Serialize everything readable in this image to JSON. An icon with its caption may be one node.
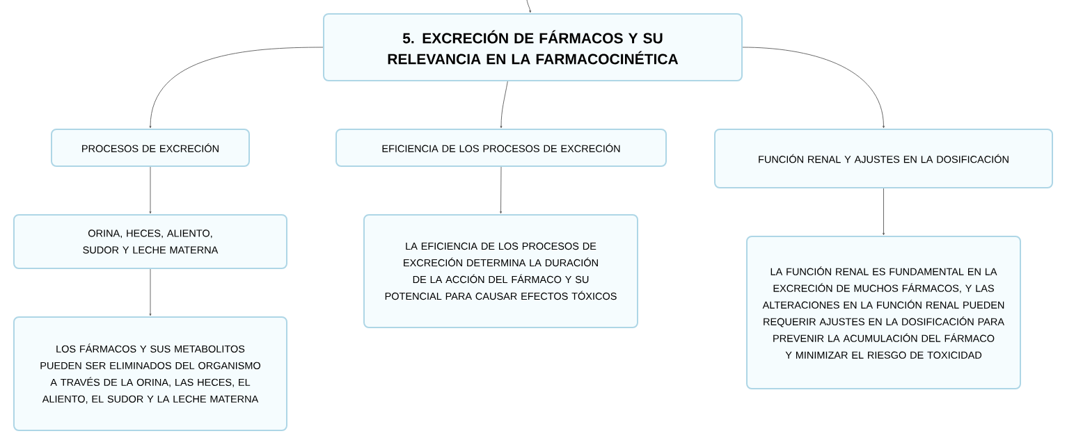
{
  "diagram": {
    "nodes": [
      {
        "text": [
          "5. EXCRECIÓN DE FÁRMACOS Y SU RELEVANCIA EN LA FARMACOCINÉTICA"
        ]
      },
      {
        "text": [
          "PROCESOS DE EXCRECIÓN"
        ]
      },
      {
        "text": [
          "EFICIENCIA DE LOS PROCESOS DE EXCRECIÓN"
        ]
      },
      {
        "text": [
          "FUNCIÓN RENAL Y AJUSTES EN LA DOSIFICACIÓN"
        ]
      },
      {
        "text": [
          "ORINA, HECES, ALIENTO, SUDOR Y LECHE MATERNA"
        ]
      },
      {
        "text": [
          "LA EFICIENCIA DE LOS PROCESOS DE EXCRECIÓN DETERMINA LA DURACIÓN DE LA ACCIÓN DEL FÁRMACO Y SU POTENCIAL PARA CAUSAR EFECTOS TÓXICOS"
        ]
      },
      {
        "text": [
          "LA FUNCIÓN RENAL ES FUNDAMENTAL EN LA EXCRECIÓN DE MUCHOS FÁRMACOS, Y LAS ALTERACIONES EN LA FUNCIÓN RENAL PUEDEN REQUERIR AJUSTES EN LA DOSIFICACIÓN PARA PREVENIR LA ACUMULACIÓN DEL FÁRMACO Y MINIMIZAR EL RIESGO DE TOXICIDAD"
        ]
      },
      {
        "text": [
          "LOS FÁRMACOS Y SUS METABOLITOS PUEDEN SER ELIMINADOS DEL ORGANISMO A TRAVÉS DE LA ORINA, LAS HECES, EL ALIENTO, EL SUDOR Y LA LECHE MATERNA"
        ]
      }
    ],
    "edges": [
      {
        "from": null,
        "to": 0,
        "arrow": "to"
      },
      {
        "from": 0,
        "to": 1,
        "arrow": "to"
      },
      {
        "from": 0,
        "to": 2,
        "arrow": "to"
      },
      {
        "from": 0,
        "to": 3,
        "arrow": "to"
      },
      {
        "from": 1,
        "to": 4,
        "arrow": "to"
      },
      {
        "from": 4,
        "to": 7,
        "arrow": "to"
      },
      {
        "from": 2,
        "to": 5,
        "arrow": "to"
      },
      {
        "from": 3,
        "to": 6,
        "arrow": "to"
      }
    ]
  }
}
